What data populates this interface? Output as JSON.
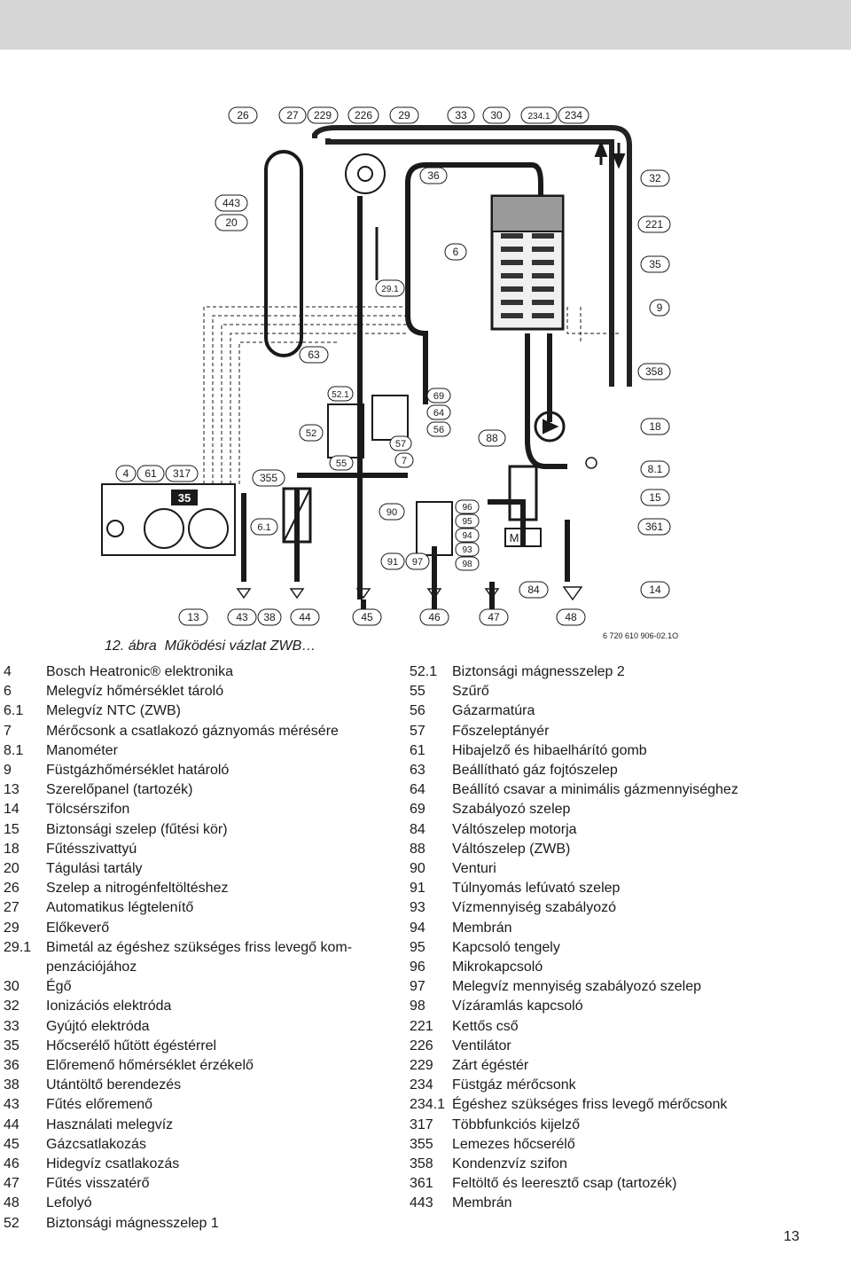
{
  "callouts": {
    "c26": "26",
    "c27": "27",
    "c229": "229",
    "c226": "226",
    "c29": "29",
    "c33": "33",
    "c30": "30",
    "c234_1": "234.1",
    "c234": "234",
    "c36": "36",
    "c32": "32",
    "c443": "443",
    "c20": "20",
    "c221": "221",
    "c6": "6",
    "c35": "35",
    "c29_1": "29.1",
    "c9": "9",
    "c63": "63",
    "c358": "358",
    "c52_1": "52.1",
    "c69": "69",
    "c64": "64",
    "c56": "56",
    "c52": "52",
    "c57": "57",
    "c88": "88",
    "c18": "18",
    "c55": "55",
    "c7": "7",
    "c8_1": "8.1",
    "c4": "4",
    "c61": "61",
    "c317": "317",
    "c355": "355",
    "c15": "15",
    "c90": "90",
    "c96": "96",
    "c95": "95",
    "c94": "94",
    "c93": "93",
    "c98": "98",
    "c6_1": "6.1",
    "c361": "361",
    "c91": "91",
    "c97": "97",
    "c84": "84",
    "c14": "14",
    "c13": "13",
    "c43": "43",
    "c38": "38",
    "c44": "44",
    "c45": "45",
    "c46": "46",
    "c47": "47",
    "c48": "48",
    "display": "35",
    "motor_m": "M"
  },
  "caption": {
    "num": "12. ábra",
    "text": "Működési vázlat ZWB…"
  },
  "docref": "6 720 610 906-02.1O",
  "legend_left": [
    {
      "n": "4",
      "t": "Bosch Heatronic® elektronika"
    },
    {
      "n": "6",
      "t": "Melegvíz hőmérséklet tároló"
    },
    {
      "n": "6.1",
      "t": "Melegvíz NTC (ZWB)"
    },
    {
      "n": "7",
      "t": "Mérőcsonk a csatlakozó gáznyomás mérésére"
    },
    {
      "n": "8.1",
      "t": "Manométer"
    },
    {
      "n": "9",
      "t": "Füstgázhőmérséklet határoló"
    },
    {
      "n": "13",
      "t": "Szerelőpanel (tartozék)"
    },
    {
      "n": "14",
      "t": "Tölcsérszifon"
    },
    {
      "n": "15",
      "t": "Biztonsági szelep (fűtési kör)"
    },
    {
      "n": "18",
      "t": "Fűtésszivattyú"
    },
    {
      "n": "20",
      "t": "Tágulási tartály"
    },
    {
      "n": "26",
      "t": "Szelep a nitrogénfeltöltéshez"
    },
    {
      "n": "27",
      "t": "Automatikus légtelenítő"
    },
    {
      "n": "29",
      "t": "Előkeverő"
    },
    {
      "n": "29.1",
      "t": "Bimetál az égéshez szükséges friss levegő kom-"
    },
    {
      "n": "",
      "t": "penzációjához"
    },
    {
      "n": "30",
      "t": "Égő"
    },
    {
      "n": "32",
      "t": "Ionizációs elektróda"
    },
    {
      "n": "33",
      "t": "Gyújtó elektróda"
    },
    {
      "n": "35",
      "t": "Hőcserélő hűtött égéstérrel"
    },
    {
      "n": "36",
      "t": "Előremenő hőmérséklet érzékelő"
    },
    {
      "n": "38",
      "t": "Utántöltő berendezés"
    },
    {
      "n": "43",
      "t": "Fűtés előremenő"
    },
    {
      "n": "44",
      "t": "Használati melegvíz"
    },
    {
      "n": "45",
      "t": "Gázcsatlakozás"
    },
    {
      "n": "46",
      "t": "Hidegvíz csatlakozás"
    },
    {
      "n": "47",
      "t": "Fűtés visszatérő"
    },
    {
      "n": "48",
      "t": "Lefolyó"
    },
    {
      "n": "52",
      "t": "Biztonsági mágnesszelep 1"
    }
  ],
  "legend_right": [
    {
      "n": "52.1",
      "t": "Biztonsági mágnesszelep 2"
    },
    {
      "n": "55",
      "t": "Szűrő"
    },
    {
      "n": "56",
      "t": "Gázarmatúra"
    },
    {
      "n": "57",
      "t": "Főszeleptányér"
    },
    {
      "n": "61",
      "t": "Hibajelző és hibaelhárító gomb"
    },
    {
      "n": "63",
      "t": "Beállítható gáz fojtószelep"
    },
    {
      "n": "64",
      "t": "Beállító csavar a minimális gázmennyiséghez"
    },
    {
      "n": "69",
      "t": "Szabályozó szelep"
    },
    {
      "n": "84",
      "t": "Váltószelep motorja"
    },
    {
      "n": "88",
      "t": "Váltószelep (ZWB)"
    },
    {
      "n": "90",
      "t": "Venturi"
    },
    {
      "n": "91",
      "t": "Túlnyomás lefúvató szelep"
    },
    {
      "n": "93",
      "t": "Vízmennyiség szabályozó"
    },
    {
      "n": "94",
      "t": "Membrán"
    },
    {
      "n": "95",
      "t": "Kapcsoló tengely"
    },
    {
      "n": "96",
      "t": "Mikrokapcsoló"
    },
    {
      "n": "97",
      "t": "Melegvíz mennyiség szabályozó szelep"
    },
    {
      "n": "98",
      "t": "Vízáramlás kapcsoló"
    },
    {
      "n": "221",
      "t": "Kettős cső"
    },
    {
      "n": "226",
      "t": "Ventilátor"
    },
    {
      "n": "229",
      "t": "Zárt égéstér"
    },
    {
      "n": "234",
      "t": "Füstgáz mérőcsonk"
    },
    {
      "n": "234.1",
      "t": "Égéshez szükséges friss levegő mérőcsonk"
    },
    {
      "n": "317",
      "t": "Többfunkciós kijelző"
    },
    {
      "n": "355",
      "t": "Lemezes hőcserélő"
    },
    {
      "n": "358",
      "t": "Kondenzvíz szifon"
    },
    {
      "n": "361",
      "t": "Feltöltő és leeresztő csap (tartozék)"
    },
    {
      "n": "443",
      "t": "Membrán"
    }
  ],
  "page_number": "13"
}
